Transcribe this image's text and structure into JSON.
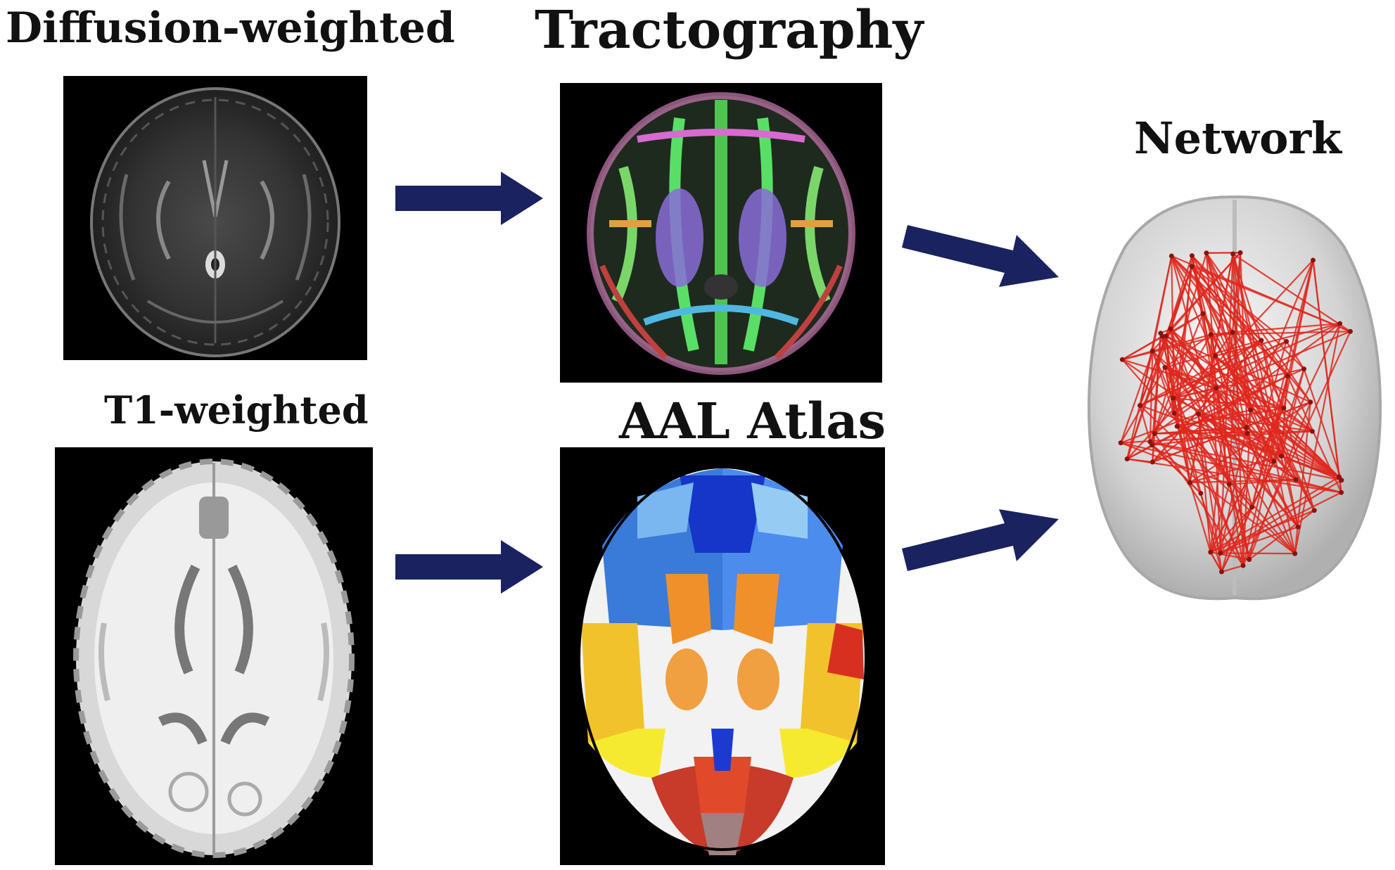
{
  "labels": {
    "diffusion": "Diffusion-weighted",
    "tractography": "Tractography",
    "network": "Network",
    "t1": "T1-weighted",
    "aal": "AAL Atlas"
  },
  "colors": {
    "arrow": "#1a2260",
    "background": "#ffffff",
    "panel": "#000000",
    "network_edge": "#e0261c",
    "network_node": "#8a1410",
    "network_shell": "#d4d4d4"
  },
  "icons": {
    "dwi": "diffusion-weighted-brain-scan",
    "tract": "tractography-colored-brain-map",
    "t1": "t1-weighted-brain-scan",
    "aal": "aal-atlas-parcellation-map",
    "network": "brain-network-graph"
  }
}
